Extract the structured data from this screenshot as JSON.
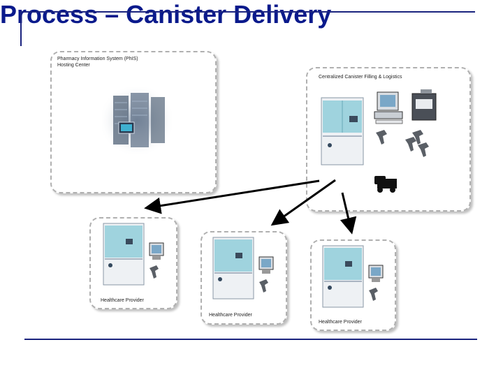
{
  "title": "Process – Canister Delivery",
  "hosting": {
    "label_line1": "Pharmacy Information System (PhIS)",
    "label_line2": "Hosting Center"
  },
  "central": {
    "label": "Centralized Canister Filling & Logistics"
  },
  "providers": [
    {
      "label": "Healthcare Provider"
    },
    {
      "label": "Healthcare Provider"
    },
    {
      "label": "Healthcare Provider"
    }
  ],
  "colors": {
    "title": "#0a1a8c",
    "rule": "#1a237e",
    "arrow": "#000000",
    "cabinet_blue": "#9fd3de",
    "cabinet_white": "#eef1f4"
  }
}
